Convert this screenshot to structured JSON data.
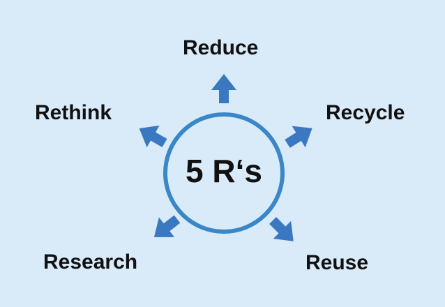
{
  "center": {
    "label": "5 R‘s"
  },
  "items": [
    {
      "label": "Reduce"
    },
    {
      "label": "Recycle"
    },
    {
      "label": "Reuse"
    },
    {
      "label": "Research"
    },
    {
      "label": "Rethink"
    }
  ],
  "colors": {
    "background": "#d9eaf8",
    "circle_stroke": "#3a87c8",
    "arrow": "#3a78c2",
    "text": "#111111"
  }
}
